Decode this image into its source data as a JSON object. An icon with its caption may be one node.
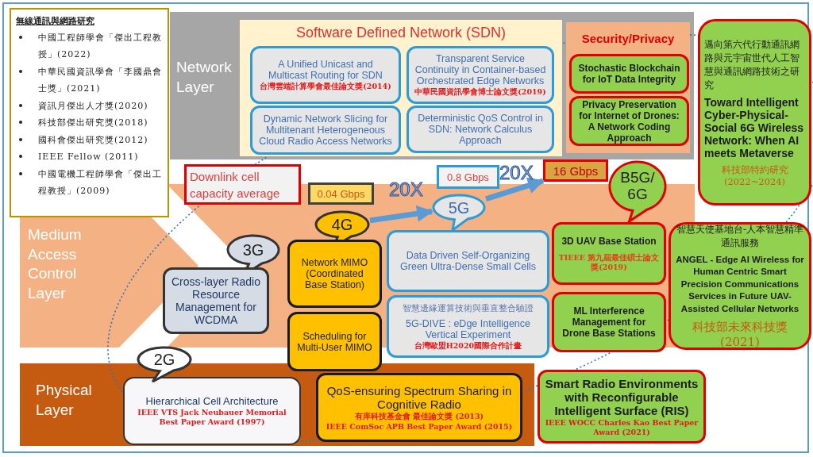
{
  "diagram": {
    "nodes": [
      {
        "text": [
          "無線通訊與網路研究",
          "中國工程師學會「傑出工程教授」(2022)",
          "中華民國資訊學會「李國鼎會士獎」(2021)",
          "資訊月傑出人才獎(2020)",
          "科技部傑出研究獎(2018)",
          "國科會傑出研究獎(2012)",
          "IEEE Fellow (2011)",
          "中國電機工程師學會「傑出工程教授」(2009)"
        ]
      },
      {
        "text": [
          "Network Layer"
        ]
      },
      {
        "text": [
          "Software Defined Network (SDN)"
        ],
        "in": 1
      },
      {
        "text": [
          "A Unified Unicast and Multicast Routing for SDN",
          "台灣雲端計算學會最佳論文獎(2014)"
        ],
        "in": 2
      },
      {
        "text": [
          "Transparent Service Continuity in Container-based Orchestrated Edge Networks",
          "中華民國資訊學會博士論文獎(2019)"
        ],
        "in": 2
      },
      {
        "text": [
          "Dynamic Network Slicing for Multitenant Heterogeneous Cloud Radio Access Networks"
        ],
        "in": 2
      },
      {
        "text": [
          "Deterministic QoS Control in SDN: Network Calculus Approach"
        ],
        "in": 2
      },
      {
        "text": [
          "Security/Privacy"
        ],
        "in": 1
      },
      {
        "text": [
          "Stochastic Blockchain for IoT Data Integrity"
        ],
        "in": 7
      },
      {
        "text": [
          "Privacy Preservation for Internet of Drones: A Network Coding Approach"
        ],
        "in": 7
      },
      {
        "text": [
          "邁向第六代行動通訊網路與元宇宙世代人工智慧與通訊網路技術之研究",
          "Toward Intelligent Cyber-Physical-Social 6G Wireless Network: When AI meets Metaverse",
          "科技部特約研究(2022~2024)"
        ]
      },
      {
        "text": [
          "Medium Access Control Layer"
        ]
      },
      {
        "text": [
          "Physical Layer"
        ]
      },
      {
        "text": [
          "Downlink cell capacity average"
        ]
      },
      {
        "text": [
          "0.04 Gbps"
        ],
        "in": 11
      },
      {
        "text": [
          "0.8 Gbps"
        ]
      },
      {
        "text": [
          "16 Gbps"
        ]
      },
      {
        "text": [
          "2G"
        ]
      },
      {
        "text": [
          "3G"
        ],
        "in": 11
      },
      {
        "text": [
          "4G"
        ],
        "in": 11
      },
      {
        "text": [
          "5G"
        ],
        "in": 11
      },
      {
        "text": [
          "B5G/ 6G"
        ]
      },
      {
        "text": [
          "Hierarchical Cell Architecture",
          "IEEE VTS Jack Neubauer Memorial Best Paper Award (1997)"
        ],
        "in": 12
      },
      {
        "text": [
          "Cross-layer Radio Resource Management for WCDMA"
        ],
        "in": 11
      },
      {
        "text": [
          "Network MIMO (Coordinated Base Station)"
        ],
        "in": 11
      },
      {
        "text": [
          "Scheduling for Multi-User MIMO"
        ]
      },
      {
        "text": [
          "QoS-ensuring Spectrum Sharing in Cognitive Radio",
          "有庠科技基金會 最佳論文獎 (2013)",
          "IEEE ComSoc APB Best Paper Award (2015)"
        ],
        "in": 12
      },
      {
        "text": [
          "Data Driven Self-Organizing Green Ultra-Dense Small Cells"
        ],
        "in": 11
      },
      {
        "text": [
          "智慧邊緣運算技術與垂直整合驗證",
          "5G-DIVE : eDge Intelligence Vertical Experiment",
          "台灣歐盟H2020國際合作計畫"
        ]
      },
      {
        "text": [
          "3D UAV Base Station",
          "TIEEE 第九屆最佳碩士論文獎(2019)"
        ],
        "in": 11
      },
      {
        "text": [
          "ML Interference Management for Drone Base Stations"
        ]
      },
      {
        "text": [
          "智慧天使基地台-人本智慧精準通訊服務",
          "ANGEL - Edge AI Wireless for Human Centric Smart Precision Communications Services in Future UAV-Assisted Cellular Networks",
          "科技部未來科技獎(2021)"
        ]
      },
      {
        "text": [
          "Smart Radio Environments with Reconfigurable Intelligent Surface (RIS)",
          "IEEE WOCC Charles Kao Best Paper Award (2021)"
        ]
      }
    ],
    "edges": [
      {
        "from": 19,
        "to": 20,
        "arrow": "to",
        "label": "20X"
      },
      {
        "from": 20,
        "to": 16,
        "arrow": "to",
        "label": "20X"
      }
    ]
  }
}
